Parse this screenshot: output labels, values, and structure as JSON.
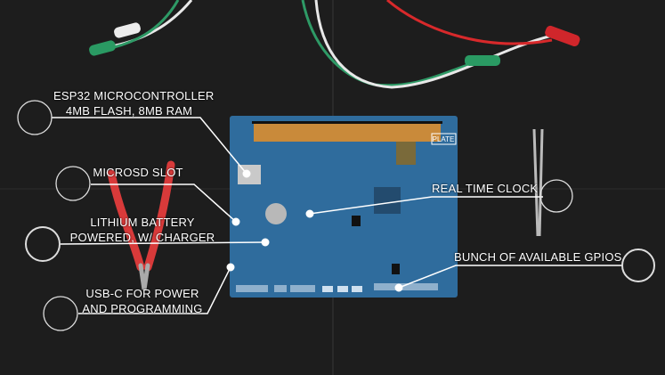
{
  "annotations": [
    {
      "id": "esp32",
      "lines": [
        "ESP32 MICROCONTROLLER",
        "4MB FLASH, 8MB RAM"
      ]
    },
    {
      "id": "microsd",
      "lines": [
        "MICROSD SLOT"
      ]
    },
    {
      "id": "battery",
      "lines": [
        "LITHIUM BATTERY",
        "POWERED, W/ CHARGER"
      ]
    },
    {
      "id": "usbc",
      "lines": [
        "USB-C FOR POWER",
        "AND PROGRAMMING"
      ]
    },
    {
      "id": "rtc",
      "lines": [
        "REAL TIME CLOCK"
      ]
    },
    {
      "id": "gpio",
      "lines": [
        "BUNCH OF AVAILABLE GPIOS"
      ]
    }
  ],
  "board": {
    "badge": "PLATE",
    "color": "#2d6b9c"
  },
  "colors": {
    "background": "#1d1d1d",
    "annotation": "#ffffff"
  }
}
